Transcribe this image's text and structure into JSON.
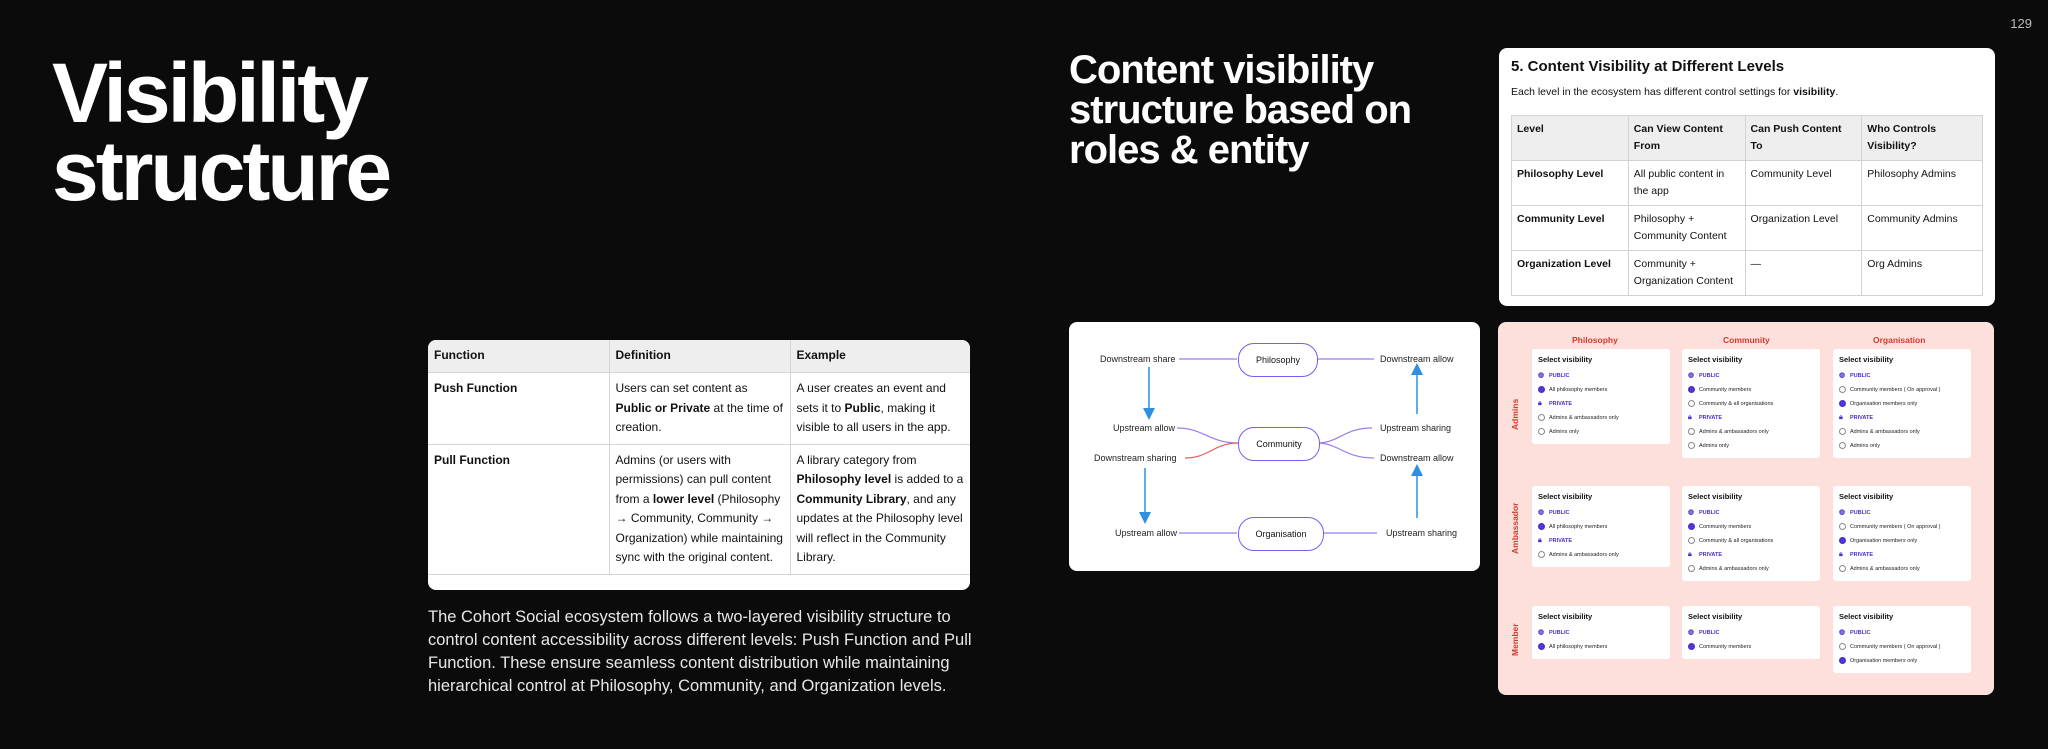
{
  "page_number": "129",
  "title_line1": "Visibility",
  "title_line2": "structure",
  "subtitle": "Content visibility structure based on roles & entity",
  "function_table": {
    "headers": [
      "Function",
      "Definition",
      "Example"
    ],
    "rows": [
      {
        "function": "Push Function",
        "definition": "Users can set content as Public or Private at the time of creation.",
        "example": "A user creates an event and sets it to Public, making it visible to all users in the app."
      },
      {
        "function": "Pull Function",
        "definition": "Admins (or users with permissions) can pull content from a lower level (Philosophy → Community, Community → Organization) while maintaining sync with the original content.",
        "example": "A library category from Philosophy level is added to a Community Library, and any updates at the Philosophy level will reflect in the Community Library."
      }
    ]
  },
  "description": "The Cohort Social ecosystem follows a two-layered visibility structure to control content accessibility across different levels: Push Function and Pull Function. These ensure seamless content distribution while maintaining hierarchical control at Philosophy, Community, and Organization levels.",
  "levels": {
    "heading": "5. Content Visibility at Different Levels",
    "intro": "Each level in the ecosystem has different control settings for visibility.",
    "headers": [
      "Level",
      "Can View Content From",
      "Can Push Content To",
      "Who Controls Visibility?"
    ],
    "rows": [
      [
        "Philosophy Level",
        "All public content in the app",
        "Community Level",
        "Philosophy Admins"
      ],
      [
        "Community Level",
        "Philosophy + Community Content",
        "Organization Level",
        "Community Admins"
      ],
      [
        "Organization Level",
        "Community + Organization Content",
        "—",
        "Org Admins"
      ]
    ]
  },
  "diagram": {
    "nodes": {
      "philosophy": "Philosophy",
      "community": "Community",
      "organisation": "Organisation"
    },
    "labels": {
      "downstream_share": "Downstream share",
      "downstream_allow_top": "Downstream allow",
      "upstream_allow_left": "Upstream allow",
      "downstream_sharing_left": "Downstream sharing",
      "upstream_sharing_right": "Upstream sharing",
      "downstream_allow_right": "Downstream allow",
      "upstream_allow_bottom": "Upstream allow",
      "upstream_sharing_bottom": "Upstream sharing"
    },
    "colors": {
      "node_border": "#7b5cf0",
      "arrow": "#2f8fe0",
      "link_purple": "#9b7cf2",
      "link_red": "#e06060"
    }
  },
  "matrix": {
    "columns": [
      "Philosophy",
      "Community",
      "Organisation"
    ],
    "rows": [
      "Admins",
      "Ambassador",
      "Member"
    ],
    "panel_title": "Select visibility",
    "public_label": "PUBLIC",
    "private_label": "PRIVATE",
    "admins": {
      "philosophy": {
        "public": [
          "All philosophy members"
        ],
        "private": [
          "Admins & ambassadors only",
          "Admins only"
        ]
      },
      "community": {
        "public": [
          "Community members",
          "Community & all organisations"
        ],
        "private": [
          "Admins & ambassadors only",
          "Admins only"
        ]
      },
      "organisation": {
        "public": [
          "Community members ( On approval )",
          "Organisation members only"
        ],
        "private": [
          "Admins & ambassadors only",
          "Admins only"
        ]
      }
    },
    "ambassador": {
      "philosophy": {
        "public": [
          "All philosophy members"
        ],
        "private": [
          "Admins & ambassadors only"
        ]
      },
      "community": {
        "public": [
          "Community members",
          "Community & all organisations"
        ],
        "private": [
          "Admins & ambassadors only"
        ]
      },
      "organisation": {
        "public": [
          "Community members ( On approval )",
          "Organisation members only"
        ],
        "private": [
          "Admins & ambassadors only"
        ]
      }
    },
    "member": {
      "philosophy": {
        "public": [
          "All philosophy members"
        ]
      },
      "community": {
        "public": [
          "Community members"
        ]
      },
      "organisation": {
        "public": [
          "Community members ( On approval )",
          "Organisation members only"
        ]
      }
    },
    "accent_color": "#d43a2a",
    "radio_color": "#4a2ed0"
  }
}
